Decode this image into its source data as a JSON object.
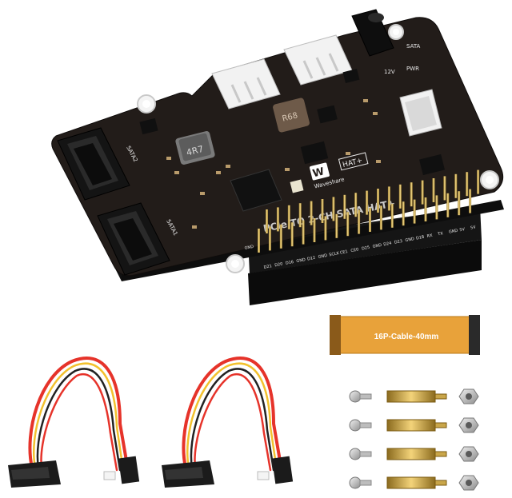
{
  "board": {
    "brand": "Waveshare",
    "hat_badge": "HAT+",
    "title_silkscreen": "PCIe TO 2-CH SATA HAT+",
    "inductor_marking": "4R7",
    "inductor2_marking": "R68",
    "sata_labels": [
      "SATA2",
      "SATA1"
    ],
    "power_labels": [
      "12V",
      "PWR"
    ],
    "sata_power_label": "SATA",
    "header_pins_bottom": [
      "D21",
      "D20",
      "D16",
      "GND",
      "D12",
      "GND",
      "SCLK",
      "CE1",
      "CE0",
      "D25",
      "GND",
      "D24",
      "D23",
      "GND",
      "D18",
      "RX",
      "TX",
      "GND",
      "5V",
      "5V"
    ],
    "header_pins_top_first": "GND"
  },
  "accessories": {
    "ffc_label": "16P-Cable-40mm",
    "cable_count": 2,
    "standoff_sets": 4
  },
  "colors": {
    "pcb": "#1f1a17",
    "silkscreen": "#e9e9e9",
    "gold": "#d4a93a",
    "ffc": "#e8a23a",
    "cable_red": "#e6332a",
    "cable_yellow": "#f2c12e"
  }
}
